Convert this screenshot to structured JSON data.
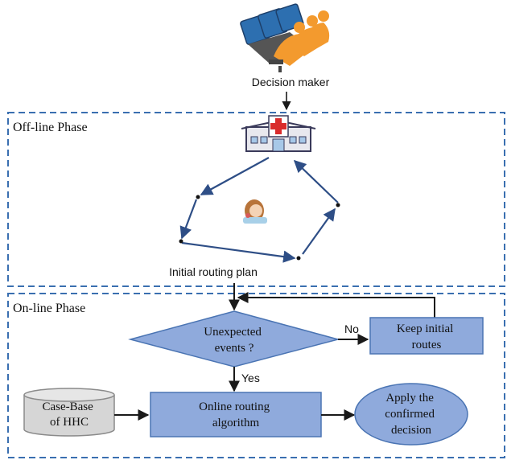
{
  "colors": {
    "phase_border": "#3a6fb0",
    "shape_fill": "#8faadc",
    "shape_stroke": "#4a74b3",
    "arrow": "#1a1a1a",
    "route_line": "#2e4e86",
    "db_fill": "#d6d6d6",
    "db_stroke": "#8a8a8a"
  },
  "actor": {
    "label": "Decision maker",
    "icon": "decision-maker-people-at-computers-icon"
  },
  "offline_phase": {
    "title": "Off-line Phase",
    "hospital_icon": "hospital-icon",
    "nurse_icon": "nurse-icon",
    "route_label": "Initial routing plan"
  },
  "online_phase": {
    "title": "On-line Phase",
    "decision": {
      "line1": "Unexpected",
      "line2": "events ?"
    },
    "no_label": "No",
    "yes_label": "Yes",
    "keep_routes": {
      "line1": "Keep initial",
      "line2": "routes"
    },
    "case_base": {
      "line1": "Case-Base",
      "line2": "of HHC"
    },
    "online_algorithm": {
      "line1": "Online routing",
      "line2": "algorithm"
    },
    "apply_decision": {
      "line1": "Apply the",
      "line2": "confirmed",
      "line3": "decision"
    }
  }
}
